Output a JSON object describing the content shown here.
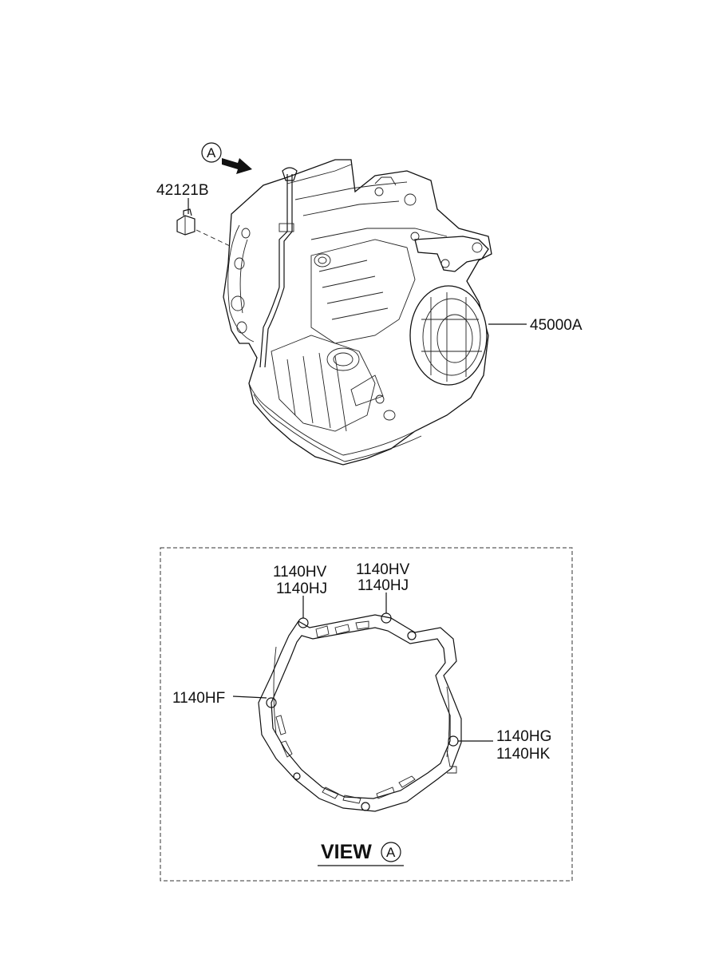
{
  "callouts": {
    "transaxle": "45000A",
    "plug": "42121B",
    "view_marker": "A"
  },
  "view_box": {
    "title": "VIEW",
    "marker": "A",
    "labels": {
      "top_left_1": "1140HV",
      "top_left_2": "1140HJ",
      "top_right_1": "1140HV",
      "top_right_2": "1140HJ",
      "left": "1140HF",
      "right_1": "1140HG",
      "right_2": "1140HK"
    }
  }
}
